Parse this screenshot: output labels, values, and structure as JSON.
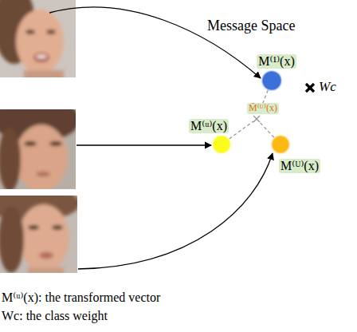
{
  "diagram": {
    "nodes": [
      {
        "text": [
          "Message Space"
        ]
      },
      {
        "text": [
          "M⁽¹⁾(x)"
        ],
        "in": 0
      },
      {
        "text": [
          "M⁽ᵘ⁾(x)"
        ],
        "in": 0
      },
      {
        "text": [
          "M⁽ᵁ⁾(x)"
        ],
        "in": 0
      },
      {
        "text": [
          "M̄⁽ᵁ⁾(x)"
        ],
        "in": 0
      }
    ],
    "edges": [
      {
        "from": 1,
        "to": 4,
        "arrow": "none"
      },
      {
        "from": 2,
        "to": 4,
        "arrow": "none"
      },
      {
        "from": 3,
        "to": 4,
        "arrow": "none"
      }
    ],
    "labels": [
      "Wc",
      "M⁽ᵘ⁾(x): the transformed vector",
      "Wc: the class weight"
    ]
  }
}
